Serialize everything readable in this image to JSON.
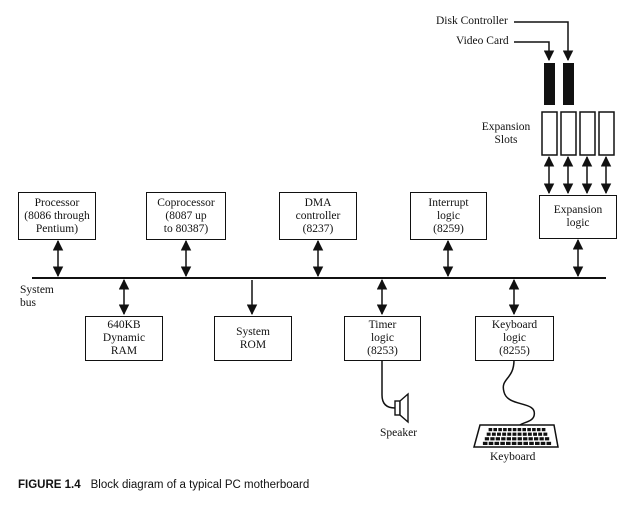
{
  "boxes": {
    "processor": "Processor\n(8086 through\nPentium)",
    "coprocessor": "Coprocessor\n(8087 up\nto 80387)",
    "dma": "DMA\ncontroller\n(8237)",
    "interrupt": "Interrupt\nlogic\n(8259)",
    "expansion_logic": "Expansion\nlogic",
    "ram": "640KB\nDynamic\nRAM",
    "rom": "System\nROM",
    "timer": "Timer\nlogic\n(8253)",
    "keyboard_logic": "Keyboard\nlogic\n(8255)"
  },
  "labels": {
    "disk_controller": "Disk Controller",
    "video_card": "Video Card",
    "expansion_slots": "Expansion\nSlots",
    "system_bus": "System\nbus",
    "speaker": "Speaker",
    "keyboard": "Keyboard"
  },
  "caption": {
    "number": "FIGURE 1.4",
    "text": "Block diagram of a typical PC motherboard"
  }
}
